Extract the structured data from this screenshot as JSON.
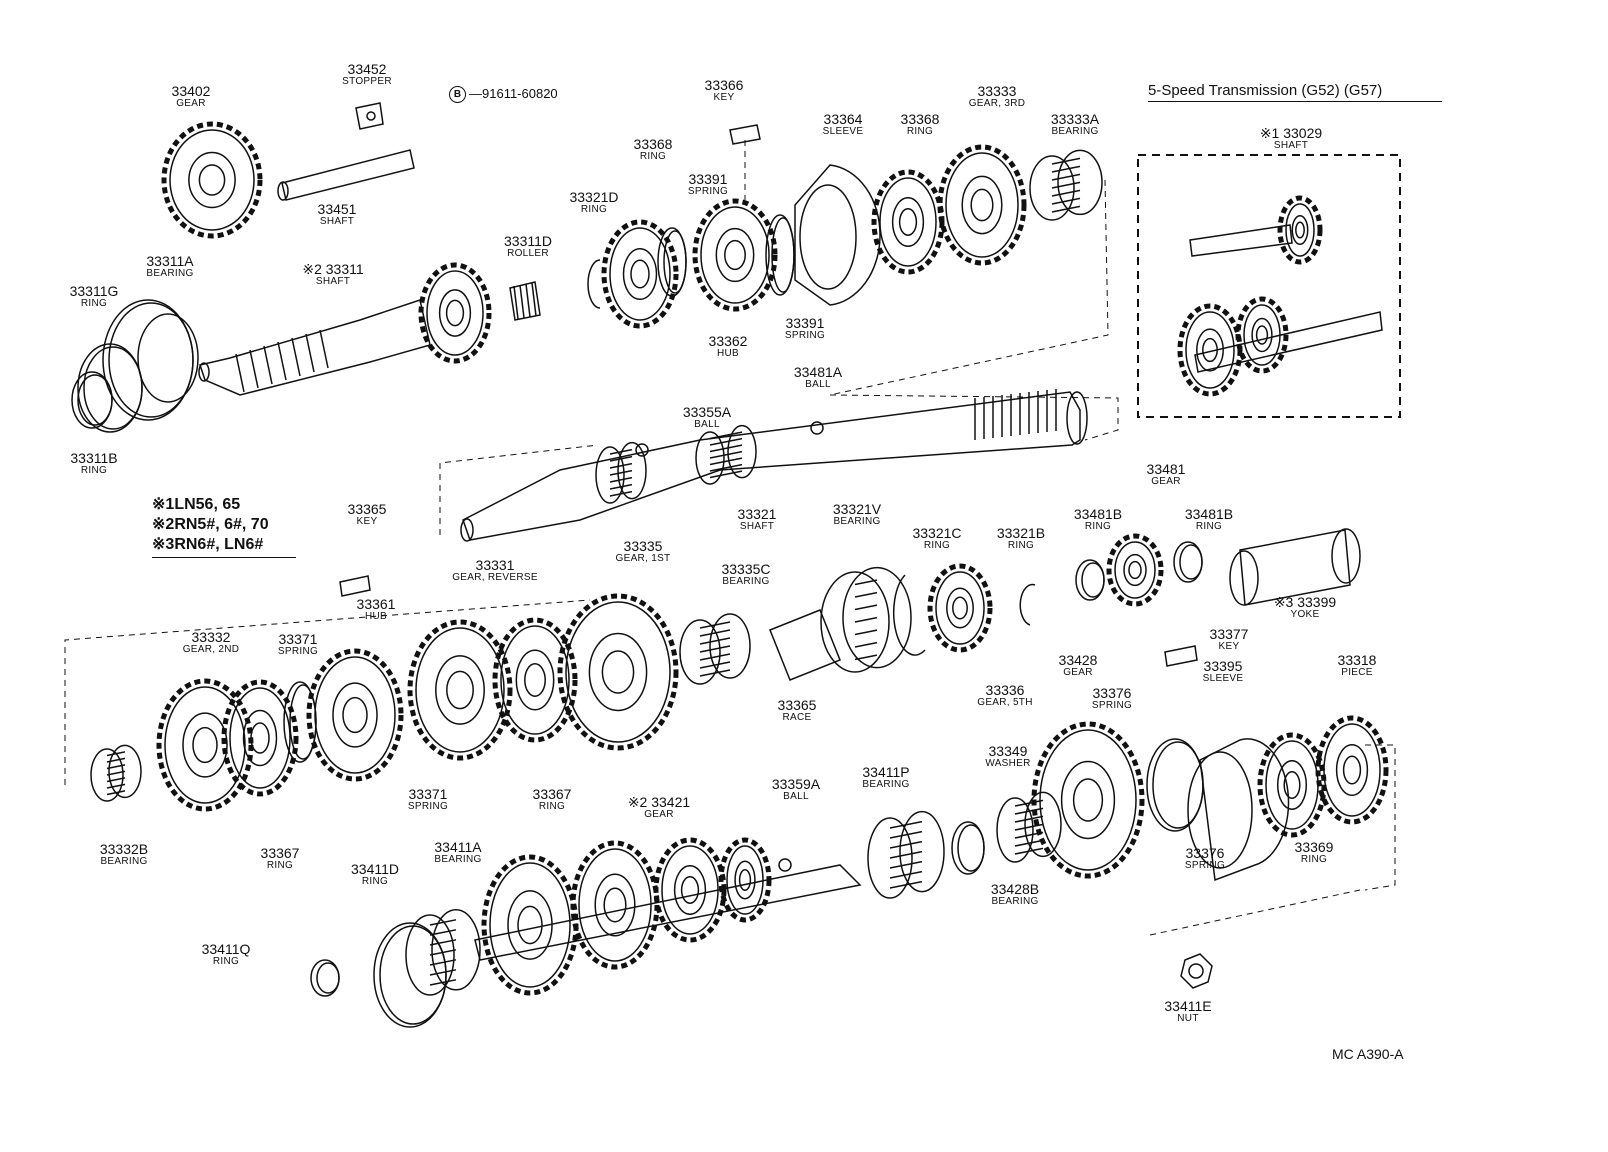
{
  "title": "5-Speed Transmission (G52) (G57)",
  "diagram_code": "MC A390-A",
  "bolt_ref": {
    "symbol": "B",
    "part": "91611-60820"
  },
  "notes": [
    {
      "mark": "※1",
      "text": "LN56, 65"
    },
    {
      "mark": "※2",
      "text": "RN5#, 6#, 70"
    },
    {
      "mark": "※3",
      "text": "RN6#, LN6#"
    }
  ],
  "parts": [
    {
      "num": "33402",
      "name": "GEAR"
    },
    {
      "num": "33452",
      "name": "STOPPER"
    },
    {
      "num": "33451",
      "name": "SHAFT"
    },
    {
      "num": "33366",
      "name": "KEY"
    },
    {
      "num": "33333",
      "name": "GEAR, 3RD"
    },
    {
      "num": "33333A",
      "name": "BEARING"
    },
    {
      "num": "※1 33029",
      "name": "SHAFT"
    },
    {
      "num": "33368",
      "name": "RING"
    },
    {
      "num": "33364",
      "name": "SLEEVE"
    },
    {
      "num": "33368",
      "name": "RING"
    },
    {
      "num": "33391",
      "name": "SPRING"
    },
    {
      "num": "33321D",
      "name": "RING"
    },
    {
      "num": "33311D",
      "name": "ROLLER"
    },
    {
      "num": "33311A",
      "name": "BEARING"
    },
    {
      "num": "※2 33311",
      "name": "SHAFT"
    },
    {
      "num": "33311G",
      "name": "RING"
    },
    {
      "num": "33362",
      "name": "HUB"
    },
    {
      "num": "33391",
      "name": "SPRING"
    },
    {
      "num": "33481A",
      "name": "BALL"
    },
    {
      "num": "33355A",
      "name": "BALL"
    },
    {
      "num": "33311B",
      "name": "RING"
    },
    {
      "num": "33321",
      "name": "SHAFT"
    },
    {
      "num": "33481",
      "name": "GEAR"
    },
    {
      "num": "33365",
      "name": "KEY"
    },
    {
      "num": "33335",
      "name": "GEAR, 1ST"
    },
    {
      "num": "33321V",
      "name": "BEARING"
    },
    {
      "num": "33321C",
      "name": "RING"
    },
    {
      "num": "33321B",
      "name": "RING"
    },
    {
      "num": "33481B",
      "name": "RING"
    },
    {
      "num": "33481B",
      "name": "RING"
    },
    {
      "num": "33331",
      "name": "GEAR, REVERSE"
    },
    {
      "num": "33335C",
      "name": "BEARING"
    },
    {
      "num": "※3 33399",
      "name": "YOKE"
    },
    {
      "num": "33361",
      "name": "HUB"
    },
    {
      "num": "33377",
      "name": "KEY"
    },
    {
      "num": "33332",
      "name": "GEAR, 2ND"
    },
    {
      "num": "33371",
      "name": "SPRING"
    },
    {
      "num": "33428",
      "name": "GEAR"
    },
    {
      "num": "33318",
      "name": "PIECE"
    },
    {
      "num": "33395",
      "name": "SLEEVE"
    },
    {
      "num": "33336",
      "name": "GEAR, 5TH"
    },
    {
      "num": "33376",
      "name": "SPRING"
    },
    {
      "num": "33365",
      "name": "RACE"
    },
    {
      "num": "33371",
      "name": "SPRING"
    },
    {
      "num": "33367",
      "name": "RING"
    },
    {
      "num": "33349",
      "name": "WASHER"
    },
    {
      "num": "33411P",
      "name": "BEARING"
    },
    {
      "num": "33359A",
      "name": "BALL"
    },
    {
      "num": "※2 33421",
      "name": "GEAR"
    },
    {
      "num": "33369",
      "name": "RING"
    },
    {
      "num": "33376",
      "name": "SPRING"
    },
    {
      "num": "33332B",
      "name": "BEARING"
    },
    {
      "num": "33367",
      "name": "RING"
    },
    {
      "num": "33411A",
      "name": "BEARING"
    },
    {
      "num": "33411D",
      "name": "RING"
    },
    {
      "num": "33428B",
      "name": "BEARING"
    },
    {
      "num": "33411Q",
      "name": "RING"
    },
    {
      "num": "33411E",
      "name": "NUT"
    }
  ]
}
